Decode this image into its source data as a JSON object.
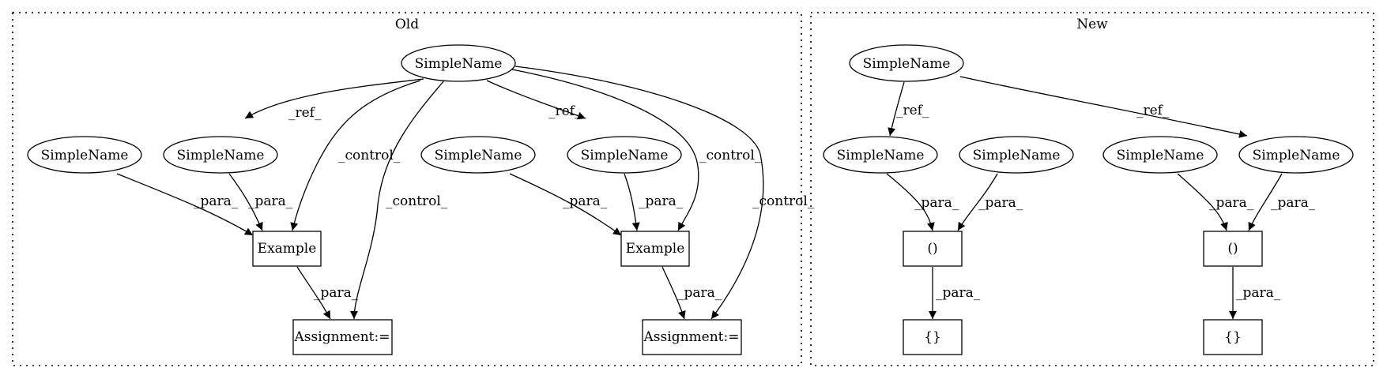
{
  "clusters": {
    "old": {
      "title": "Old"
    },
    "new": {
      "title": "New"
    }
  },
  "nodes": {
    "old_root": "SimpleName",
    "old_sn_left": "SimpleName",
    "old_sn_ref1": "SimpleName",
    "old_sn_mid": "SimpleName",
    "old_sn_ref2": "SimpleName",
    "old_example1": "Example",
    "old_example2": "Example",
    "old_assign1": "Assignment:=",
    "old_assign2": "Assignment:=",
    "new_root": "SimpleName",
    "new_sn_ref1": "SimpleName",
    "new_sn_b": "SimpleName",
    "new_sn_c": "SimpleName",
    "new_sn_ref2": "SimpleName",
    "new_paren1": "()",
    "new_paren2": "()",
    "new_brace1": "{}",
    "new_brace2": "{}"
  },
  "edges": {
    "old_ref1": "_ref_",
    "old_ref2": "_ref_",
    "old_control_ex1": "_control_",
    "old_control_as1": "_control_",
    "old_control_ex2": "_control_",
    "old_control_as2": "_control_",
    "old_para_left_ex1": "_para_",
    "old_para_ref1_ex1": "_para_",
    "old_para_mid_ex2": "_para_",
    "old_para_ref2_ex2": "_para_",
    "old_para_ex1_as1": "_para_",
    "old_para_ex2_as2": "_para_",
    "new_ref1": "_ref_",
    "new_ref2": "_ref_",
    "new_para_ref1_p1": "_para_",
    "new_para_b_p1": "_para_",
    "new_para_c_p2": "_para_",
    "new_para_ref2_p2": "_para_",
    "new_para_p1_b1": "_para_",
    "new_para_p2_b2": "_para_"
  }
}
